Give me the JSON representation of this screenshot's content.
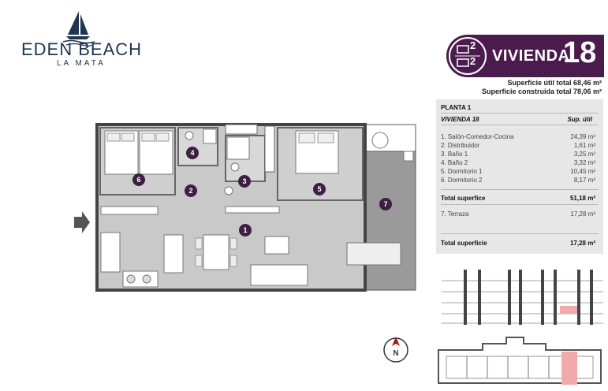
{
  "brand": {
    "name": "EDEN BEACH",
    "location": "LA MATA"
  },
  "header": {
    "bedrooms": "2",
    "bathrooms": "2",
    "title": "VIVIENDA",
    "number": "18",
    "accent_color": "#4b1b4e"
  },
  "surfaces": {
    "useful_total": "Superficie útil total 68,46 m²",
    "built_total": "Superficie construida total 78,06 m²"
  },
  "table": {
    "floor": "PLANTA 1",
    "unit": "VIVIENDA 18",
    "column_header": "Sup. útil",
    "rooms": [
      {
        "name": "1. Salón-Comedor-Cocina",
        "area": "24,39 m²"
      },
      {
        "name": "2. Distribuidor",
        "area": "1,61 m²"
      },
      {
        "name": "3. Baño 1",
        "area": "3,25 m²"
      },
      {
        "name": "4. Baño 2",
        "area": "3,32 m²"
      },
      {
        "name": "5. Dormitorio 1",
        "area": "10,45 m²"
      },
      {
        "name": "6. Dormitorio 2",
        "area": "8,17 m²"
      }
    ],
    "total_label": "Total superfice",
    "total_value": "51,18 m²",
    "terrace": {
      "name": "7. Terraza",
      "area": "17,28 m²"
    },
    "total2_label": "Total superficie",
    "total2_value": "17,28 m²"
  },
  "plan": {
    "room_markers": [
      "1",
      "2",
      "3",
      "4",
      "5",
      "6",
      "7"
    ],
    "wall_color": "#555555",
    "floor_color": "#c9c9c9",
    "terrace_color": "#9a9a9a",
    "marker_color": "#3d1f42"
  },
  "compass": {
    "label": "N",
    "color": "#9e1b1b"
  }
}
